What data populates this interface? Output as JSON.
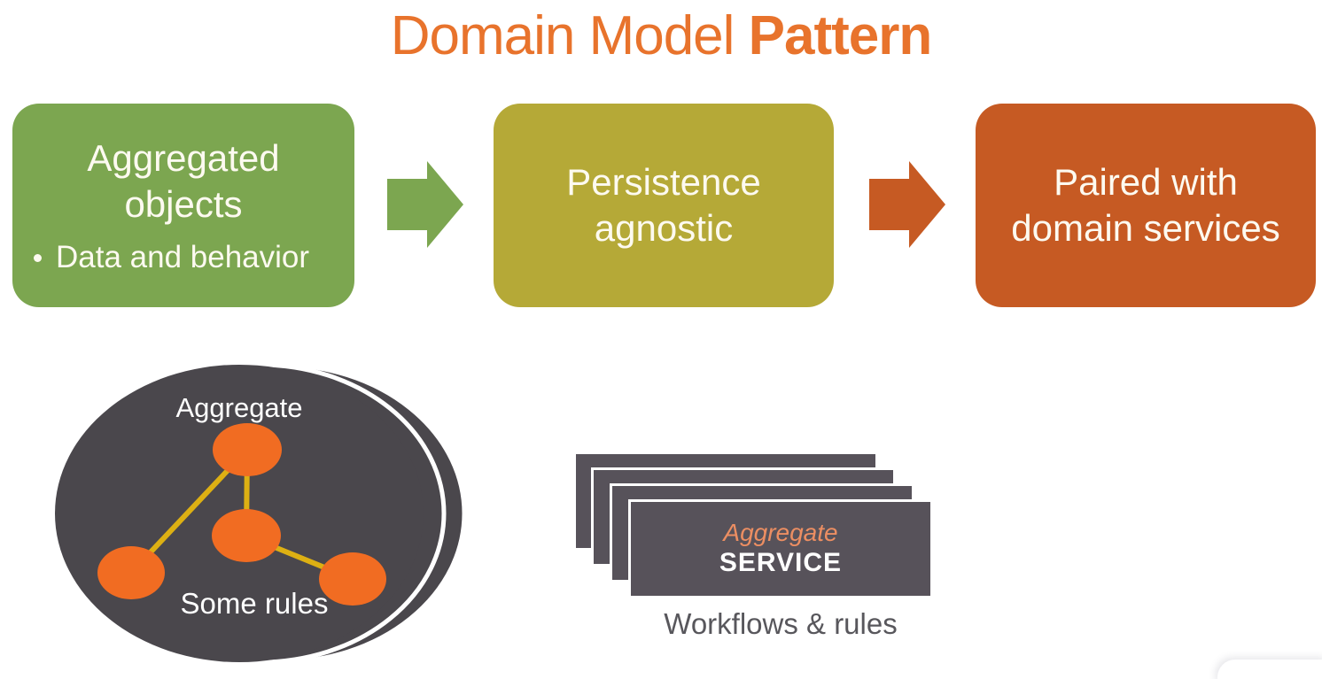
{
  "title": {
    "regular": "Domain Model ",
    "bold": "Pattern",
    "color": "#E8732C"
  },
  "flow": {
    "boxes": [
      {
        "title": "Aggregated objects",
        "bullet": "Data and behavior",
        "color": "#7CA650"
      },
      {
        "title": "Persistence agnostic",
        "color": "#B5A937"
      },
      {
        "title": "Paired with domain services",
        "color": "#C65A23"
      }
    ],
    "arrows": [
      {
        "name": "green-arrow",
        "color": "#7CA650"
      },
      {
        "name": "orange-arrow",
        "color": "#C65A23"
      }
    ]
  },
  "aggregate": {
    "label_top": "Aggregate",
    "label_bottom": "Some rules",
    "ellipse_color": "#4A474C",
    "node_color": "#F16C22",
    "link_color": "#DDB013",
    "stack_outline_color": "#FFFFFF"
  },
  "services": {
    "aggregate_label": "Aggregate",
    "service_label": "SERVICE",
    "caption": "Workflows & rules",
    "card_color": "#57525A",
    "aggregate_label_color": "#EC8E62",
    "caption_color": "#58575C"
  }
}
